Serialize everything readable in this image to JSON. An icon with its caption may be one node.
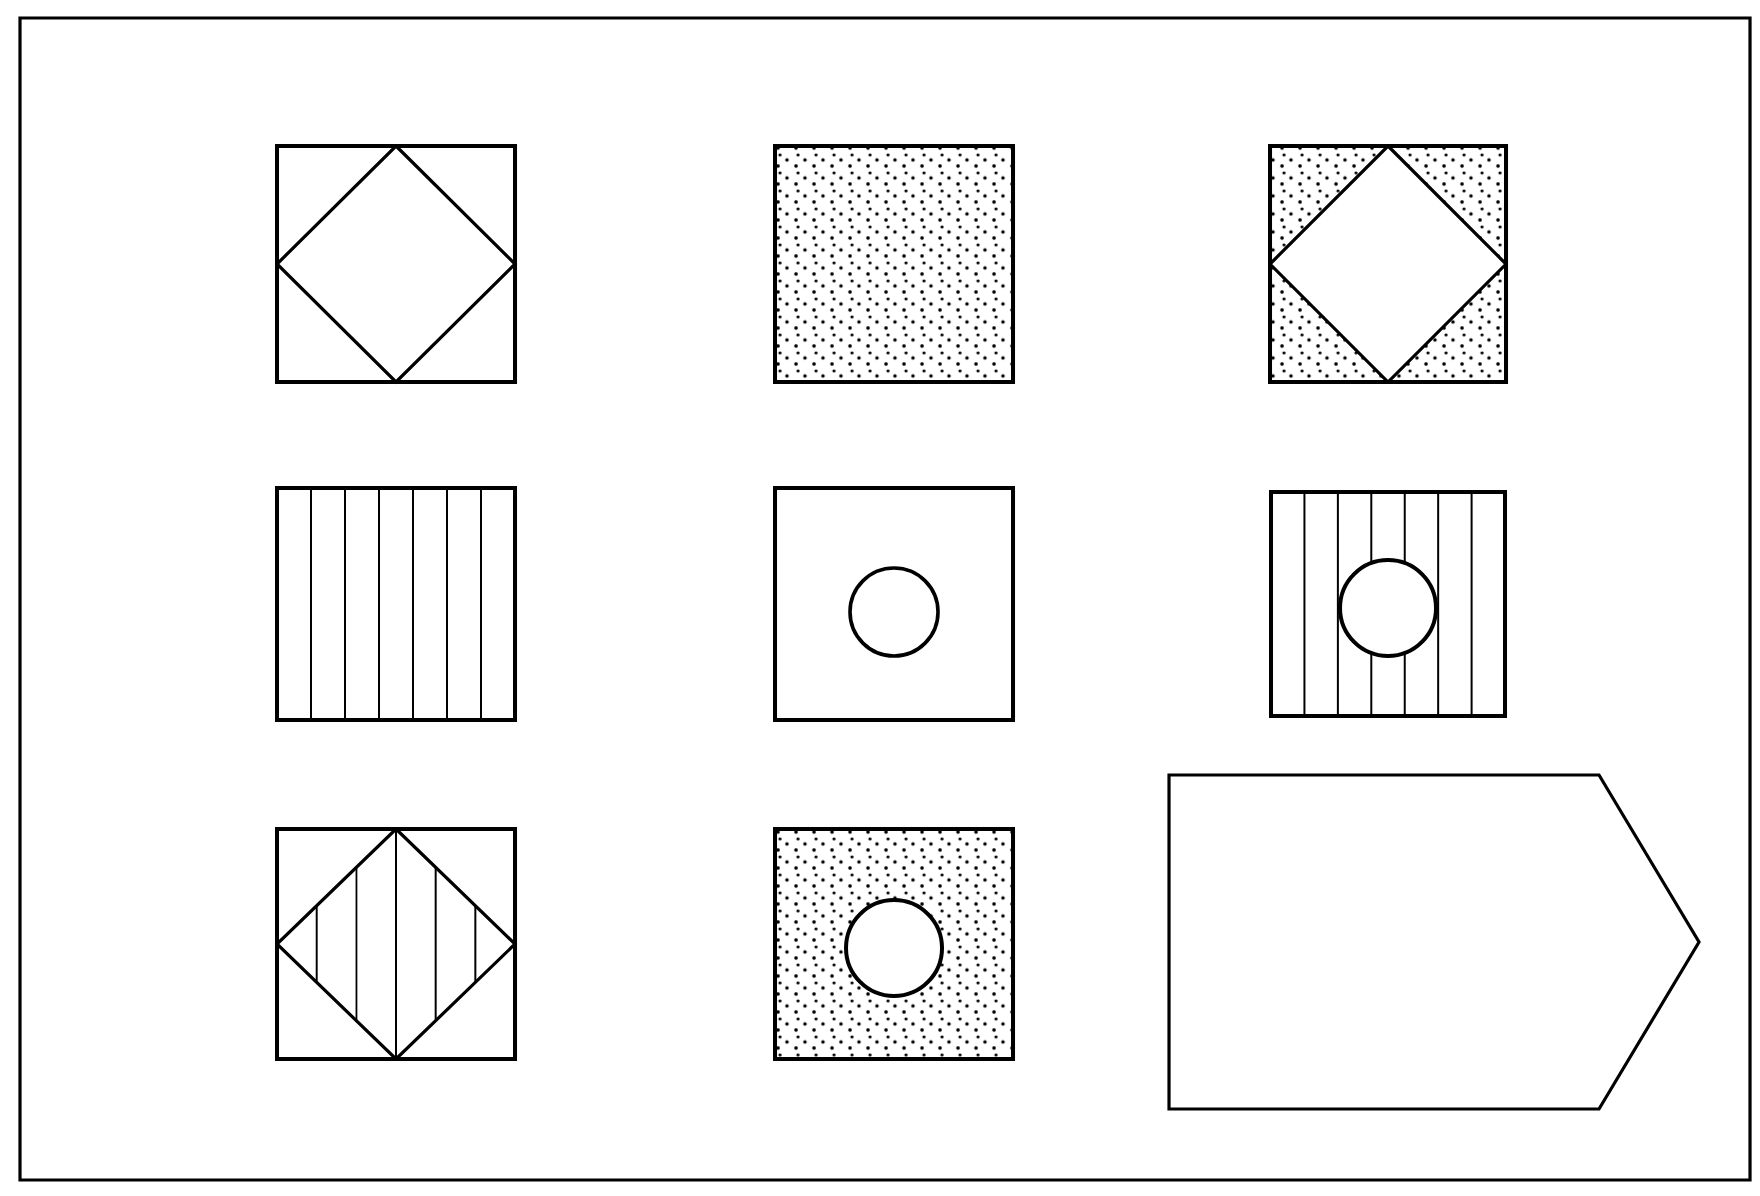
{
  "diagram": {
    "nodes": [
      {
        "text": [],
        "shape": "box"
      },
      {
        "text": [],
        "shape": "box"
      },
      {
        "text": [],
        "shape": "box"
      },
      {
        "text": [],
        "shape": "box"
      },
      {
        "text": [],
        "shape": "box"
      },
      {
        "text": [],
        "shape": "box"
      },
      {
        "text": [],
        "shape": "box"
      },
      {
        "text": [],
        "shape": "box"
      },
      {
        "text": [],
        "shape": "pentagon"
      }
    ]
  }
}
